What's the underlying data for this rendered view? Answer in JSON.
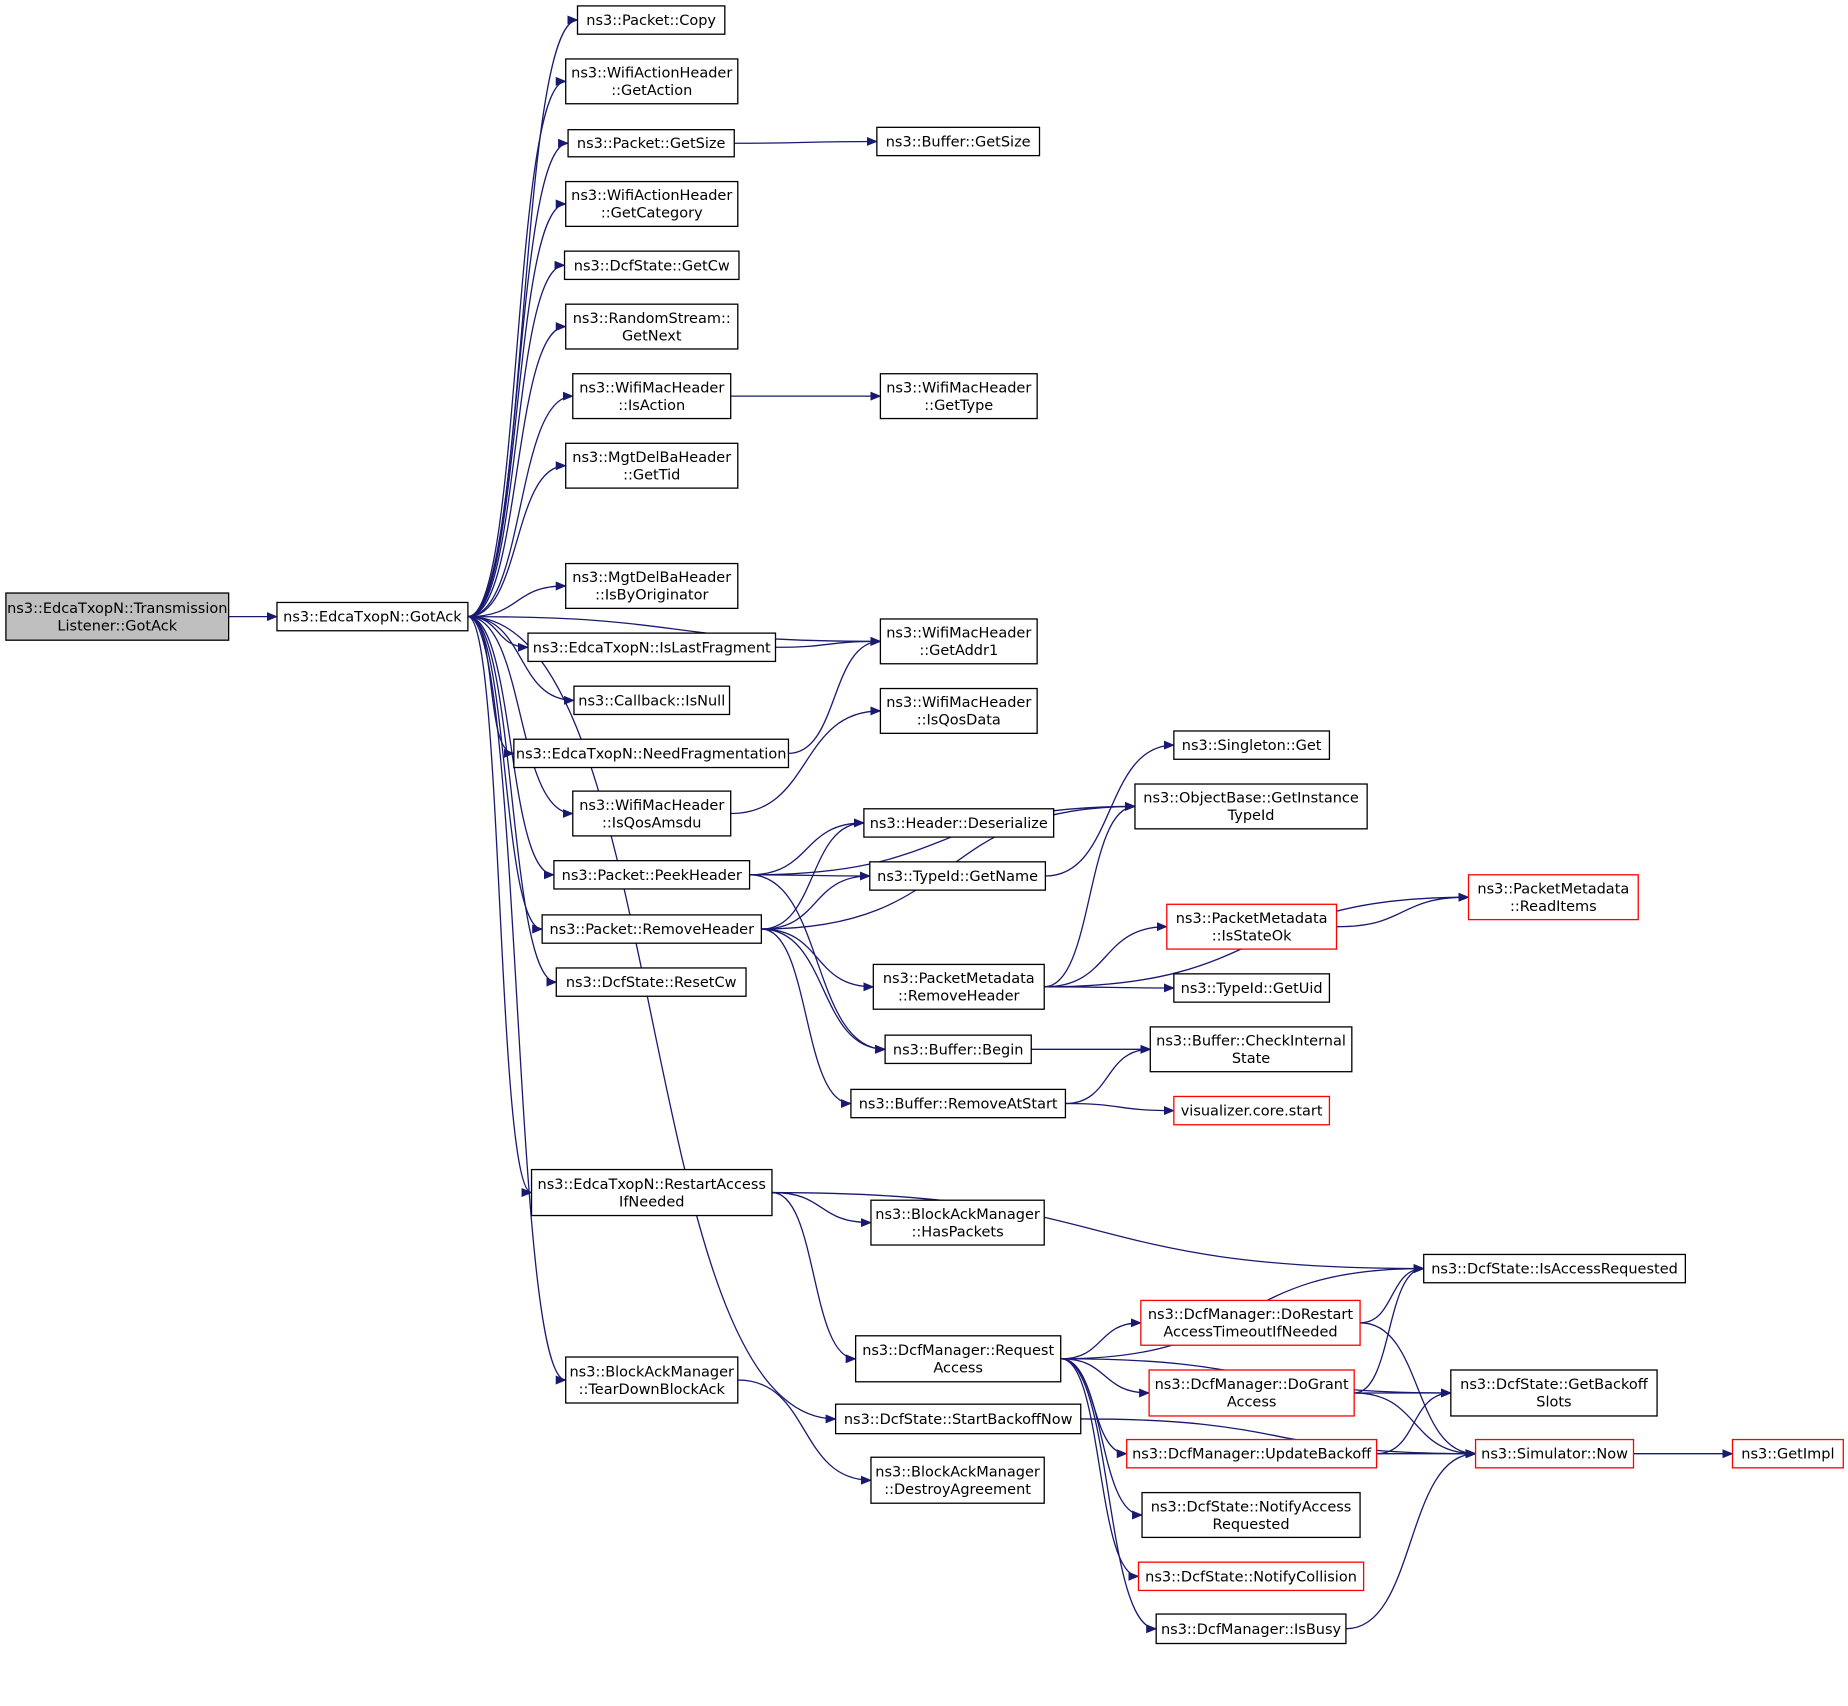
{
  "colors": {
    "edge": "#191970",
    "node_border": "#000000",
    "node_border_incomplete": "#ff0000",
    "root_fill": "#bfbfbf",
    "node_fill": "#ffffff"
  },
  "nodes": [
    {
      "id": "tl_gotack",
      "lines": [
        "ns3::EdcaTxopN::Transmission",
        "Listener::GotAck"
      ],
      "kind": "root"
    },
    {
      "id": "gotack",
      "lines": [
        "ns3::EdcaTxopN::GotAck"
      ]
    },
    {
      "id": "pkt_copy",
      "lines": [
        "ns3::Packet::Copy"
      ]
    },
    {
      "id": "wah_getaction",
      "lines": [
        "ns3::WifiActionHeader",
        "::GetAction"
      ]
    },
    {
      "id": "pkt_getsize",
      "lines": [
        "ns3::Packet::GetSize"
      ]
    },
    {
      "id": "buf_getsize",
      "lines": [
        "ns3::Buffer::GetSize"
      ]
    },
    {
      "id": "wah_getcat",
      "lines": [
        "ns3::WifiActionHeader",
        "::GetCategory"
      ]
    },
    {
      "id": "dcf_getcw",
      "lines": [
        "ns3::DcfState::GetCw"
      ]
    },
    {
      "id": "rs_getnext",
      "lines": [
        "ns3::RandomStream::",
        "GetNext"
      ]
    },
    {
      "id": "wmh_isaction",
      "lines": [
        "ns3::WifiMacHeader",
        "::IsAction"
      ]
    },
    {
      "id": "wmh_gettype",
      "lines": [
        "ns3::WifiMacHeader",
        "::GetType"
      ]
    },
    {
      "id": "mdb_gettid",
      "lines": [
        "ns3::MgtDelBaHeader",
        "::GetTid"
      ]
    },
    {
      "id": "mdb_isbyorig",
      "lines": [
        "ns3::MgtDelBaHeader",
        "::IsByOriginator"
      ]
    },
    {
      "id": "wmh_getaddr1",
      "lines": [
        "ns3::WifiMacHeader",
        "::GetAddr1"
      ]
    },
    {
      "id": "edca_islastfrag",
      "lines": [
        "ns3::EdcaTxopN::IsLastFragment"
      ]
    },
    {
      "id": "cb_isnull",
      "lines": [
        "ns3::Callback::IsNull"
      ]
    },
    {
      "id": "edca_needfrag",
      "lines": [
        "ns3::EdcaTxopN::NeedFragmentation"
      ]
    },
    {
      "id": "wmh_isqosdata",
      "lines": [
        "ns3::WifiMacHeader",
        "::IsQosData"
      ]
    },
    {
      "id": "wmh_isqosamsdu",
      "lines": [
        "ns3::WifiMacHeader",
        "::IsQosAmsdu"
      ]
    },
    {
      "id": "singleton_get",
      "lines": [
        "ns3::Singleton::Get"
      ]
    },
    {
      "id": "ob_getinst",
      "lines": [
        "ns3::ObjectBase::GetInstance",
        "TypeId"
      ]
    },
    {
      "id": "hdr_deser",
      "lines": [
        "ns3::Header::Deserialize"
      ]
    },
    {
      "id": "pkt_peekhdr",
      "lines": [
        "ns3::Packet::PeekHeader"
      ]
    },
    {
      "id": "tid_getname",
      "lines": [
        "ns3::TypeId::GetName"
      ]
    },
    {
      "id": "pm_readitems",
      "lines": [
        "ns3::PacketMetadata",
        "::ReadItems"
      ],
      "kind": "red"
    },
    {
      "id": "pkt_rmhdr",
      "lines": [
        "ns3::Packet::RemoveHeader"
      ]
    },
    {
      "id": "pm_isstateok",
      "lines": [
        "ns3::PacketMetadata",
        "::IsStateOk"
      ],
      "kind": "red"
    },
    {
      "id": "dcf_resetcw",
      "lines": [
        "ns3::DcfState::ResetCw"
      ]
    },
    {
      "id": "pm_rmhdr",
      "lines": [
        "ns3::PacketMetadata",
        "::RemoveHeader"
      ]
    },
    {
      "id": "tid_getuid",
      "lines": [
        "ns3::TypeId::GetUid"
      ]
    },
    {
      "id": "buf_begin",
      "lines": [
        "ns3::Buffer::Begin"
      ]
    },
    {
      "id": "buf_checkint",
      "lines": [
        "ns3::Buffer::CheckInternal",
        "State"
      ]
    },
    {
      "id": "buf_rmatstart",
      "lines": [
        "ns3::Buffer::RemoveAtStart"
      ]
    },
    {
      "id": "viz_start",
      "lines": [
        "visualizer.core.start"
      ],
      "kind": "red"
    },
    {
      "id": "edca_restart",
      "lines": [
        "ns3::EdcaTxopN::RestartAccess",
        "IfNeeded"
      ]
    },
    {
      "id": "bam_haspkts",
      "lines": [
        "ns3::BlockAckManager",
        "::HasPackets"
      ]
    },
    {
      "id": "dcf_isaccreq",
      "lines": [
        "ns3::DcfState::IsAccessRequested"
      ]
    },
    {
      "id": "dm_dorestart",
      "lines": [
        "ns3::DcfManager::DoRestart",
        "AccessTimeoutIfNeeded"
      ],
      "kind": "red"
    },
    {
      "id": "dm_reqaccess",
      "lines": [
        "ns3::DcfManager::Request",
        "Access"
      ]
    },
    {
      "id": "bam_teardown",
      "lines": [
        "ns3::BlockAckManager",
        "::TearDownBlockAck"
      ]
    },
    {
      "id": "dm_dogrant",
      "lines": [
        "ns3::DcfManager::DoGrant",
        "Access"
      ],
      "kind": "red"
    },
    {
      "id": "dcf_getbackoff",
      "lines": [
        "ns3::DcfState::GetBackoff",
        "Slots"
      ]
    },
    {
      "id": "dcf_startbackoff",
      "lines": [
        "ns3::DcfState::StartBackoffNow"
      ]
    },
    {
      "id": "dm_updbackoff",
      "lines": [
        "ns3::DcfManager::UpdateBackoff"
      ],
      "kind": "red"
    },
    {
      "id": "sim_now",
      "lines": [
        "ns3::Simulator::Now"
      ],
      "kind": "red"
    },
    {
      "id": "getimpl",
      "lines": [
        "ns3::GetImpl"
      ],
      "kind": "red"
    },
    {
      "id": "bam_destroy",
      "lines": [
        "ns3::BlockAckManager",
        "::DestroyAgreement"
      ]
    },
    {
      "id": "dcf_notifyacc",
      "lines": [
        "ns3::DcfState::NotifyAccess",
        "Requested"
      ]
    },
    {
      "id": "dcf_notifycoll",
      "lines": [
        "ns3::DcfState::NotifyCollision"
      ],
      "kind": "red"
    },
    {
      "id": "dm_isbusy",
      "lines": [
        "ns3::DcfManager::IsBusy"
      ]
    }
  ],
  "edges": [
    [
      "tl_gotack",
      "gotack"
    ],
    [
      "gotack",
      "pkt_copy"
    ],
    [
      "gotack",
      "wah_getaction"
    ],
    [
      "gotack",
      "pkt_getsize"
    ],
    [
      "gotack",
      "wah_getcat"
    ],
    [
      "gotack",
      "dcf_getcw"
    ],
    [
      "gotack",
      "rs_getnext"
    ],
    [
      "gotack",
      "wmh_isaction"
    ],
    [
      "gotack",
      "mdb_gettid"
    ],
    [
      "gotack",
      "wmh_getaddr1"
    ],
    [
      "gotack",
      "mdb_isbyorig"
    ],
    [
      "gotack",
      "edca_islastfrag"
    ],
    [
      "gotack",
      "cb_isnull"
    ],
    [
      "gotack",
      "edca_needfrag"
    ],
    [
      "gotack",
      "wmh_isqosamsdu"
    ],
    [
      "gotack",
      "pkt_peekhdr"
    ],
    [
      "gotack",
      "pkt_rmhdr"
    ],
    [
      "gotack",
      "dcf_resetcw"
    ],
    [
      "gotack",
      "edca_restart"
    ],
    [
      "gotack",
      "dcf_startbackoff"
    ],
    [
      "gotack",
      "bam_teardown"
    ],
    [
      "pkt_getsize",
      "buf_getsize"
    ],
    [
      "wmh_isaction",
      "wmh_gettype"
    ],
    [
      "edca_islastfrag",
      "wmh_getaddr1"
    ],
    [
      "edca_needfrag",
      "wmh_getaddr1"
    ],
    [
      "wmh_isqosamsdu",
      "wmh_isqosdata"
    ],
    [
      "pkt_peekhdr",
      "ob_getinst"
    ],
    [
      "pkt_peekhdr",
      "hdr_deser"
    ],
    [
      "pkt_peekhdr",
      "tid_getname"
    ],
    [
      "pkt_peekhdr",
      "buf_begin"
    ],
    [
      "pkt_rmhdr",
      "hdr_deser"
    ],
    [
      "pkt_rmhdr",
      "tid_getname"
    ],
    [
      "pkt_rmhdr",
      "ob_getinst"
    ],
    [
      "pkt_rmhdr",
      "pm_rmhdr"
    ],
    [
      "pkt_rmhdr",
      "buf_begin"
    ],
    [
      "pkt_rmhdr",
      "buf_rmatstart"
    ],
    [
      "tid_getname",
      "singleton_get"
    ],
    [
      "pm_rmhdr",
      "ob_getinst"
    ],
    [
      "pm_rmhdr",
      "pm_readitems"
    ],
    [
      "pm_rmhdr",
      "pm_isstateok"
    ],
    [
      "pm_rmhdr",
      "tid_getuid"
    ],
    [
      "pm_isstateok",
      "pm_readitems"
    ],
    [
      "buf_begin",
      "buf_checkint"
    ],
    [
      "buf_rmatstart",
      "buf_checkint"
    ],
    [
      "buf_rmatstart",
      "viz_start"
    ],
    [
      "edca_restart",
      "dcf_isaccreq"
    ],
    [
      "edca_restart",
      "bam_haspkts"
    ],
    [
      "edca_restart",
      "dm_reqaccess"
    ],
    [
      "dm_reqaccess",
      "dcf_isaccreq"
    ],
    [
      "dm_reqaccess",
      "dcf_getbackoff"
    ],
    [
      "dm_reqaccess",
      "dm_dorestart"
    ],
    [
      "dm_reqaccess",
      "dm_dogrant"
    ],
    [
      "dm_reqaccess",
      "dm_updbackoff"
    ],
    [
      "dm_reqaccess",
      "dcf_notifyacc"
    ],
    [
      "dm_reqaccess",
      "dcf_notifycoll"
    ],
    [
      "dm_reqaccess",
      "dm_isbusy"
    ],
    [
      "dm_dorestart",
      "dcf_isaccreq"
    ],
    [
      "dm_dorestart",
      "sim_now"
    ],
    [
      "dm_dogrant",
      "dcf_isaccreq"
    ],
    [
      "dm_dogrant",
      "dcf_getbackoff"
    ],
    [
      "dm_dogrant",
      "sim_now"
    ],
    [
      "dm_updbackoff",
      "dcf_getbackoff"
    ],
    [
      "dm_updbackoff",
      "sim_now"
    ],
    [
      "dcf_startbackoff",
      "sim_now"
    ],
    [
      "dm_isbusy",
      "sim_now"
    ],
    [
      "sim_now",
      "getimpl"
    ],
    [
      "bam_teardown",
      "bam_destroy"
    ]
  ]
}
